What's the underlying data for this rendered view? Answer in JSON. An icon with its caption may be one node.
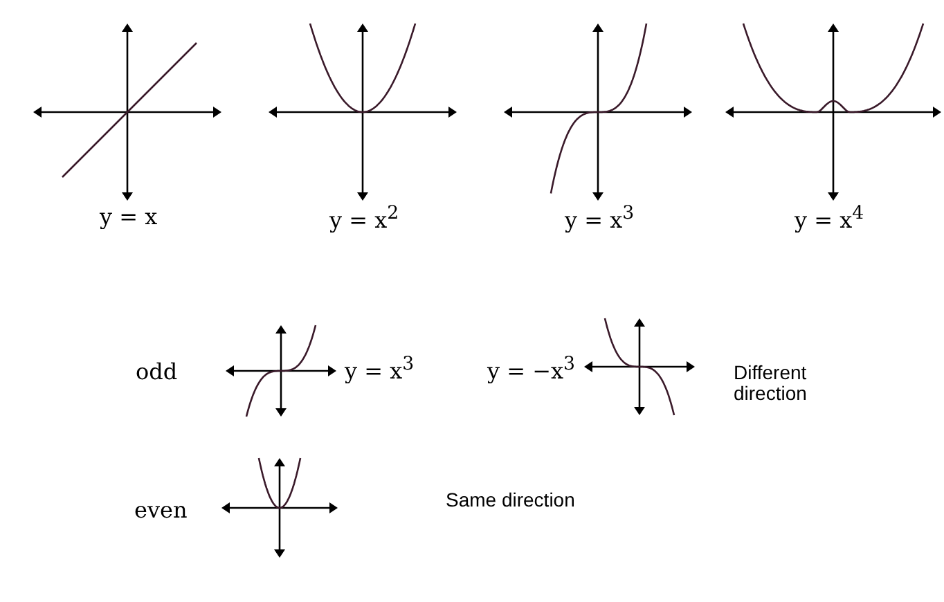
{
  "diagram": {
    "labels": [
      "y = x",
      "y = x$^{2}$",
      "y = x$^{3}$",
      "y = x$^{4}$",
      "odd",
      "y = x$^{3}$",
      "y = −x$^{3}$",
      "Different direction",
      "even",
      "Same direction"
    ]
  }
}
